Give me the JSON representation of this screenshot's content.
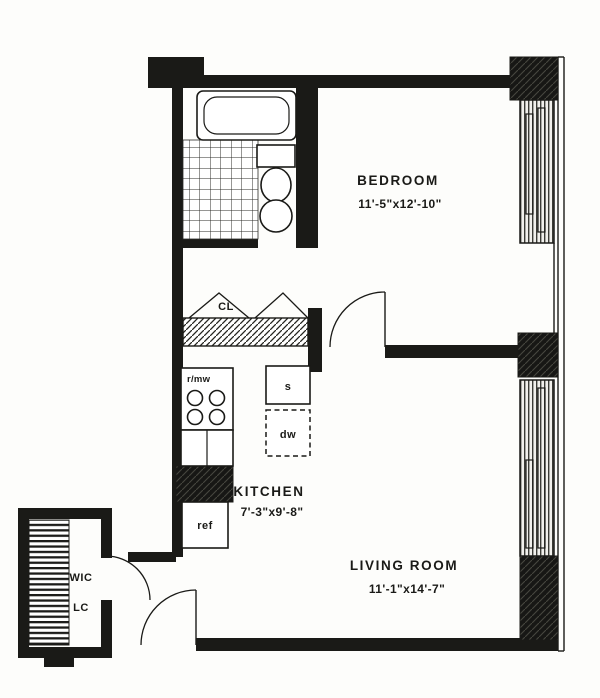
{
  "rooms": {
    "bedroom": {
      "name": "BEDROOM",
      "dimensions": "11'-5\"x12'-10\""
    },
    "kitchen": {
      "name": "KITCHEN",
      "dimensions": "7'-3\"x9'-8\""
    },
    "living_room": {
      "name": "LIVING ROOM",
      "dimensions": "11'-1\"x14'-7\""
    },
    "walk_in_closet": {
      "name": "WIC"
    },
    "linen_closet": {
      "name": "LC"
    },
    "hall_closet": {
      "name": "CL"
    }
  },
  "fixtures": {
    "refrigerator": "ref",
    "range_microwave": "r/mw",
    "kitchen_sink": "s",
    "dishwasher": "dw"
  },
  "colors": {
    "ink": "#1a1a17",
    "paper": "#fdfdfb"
  }
}
